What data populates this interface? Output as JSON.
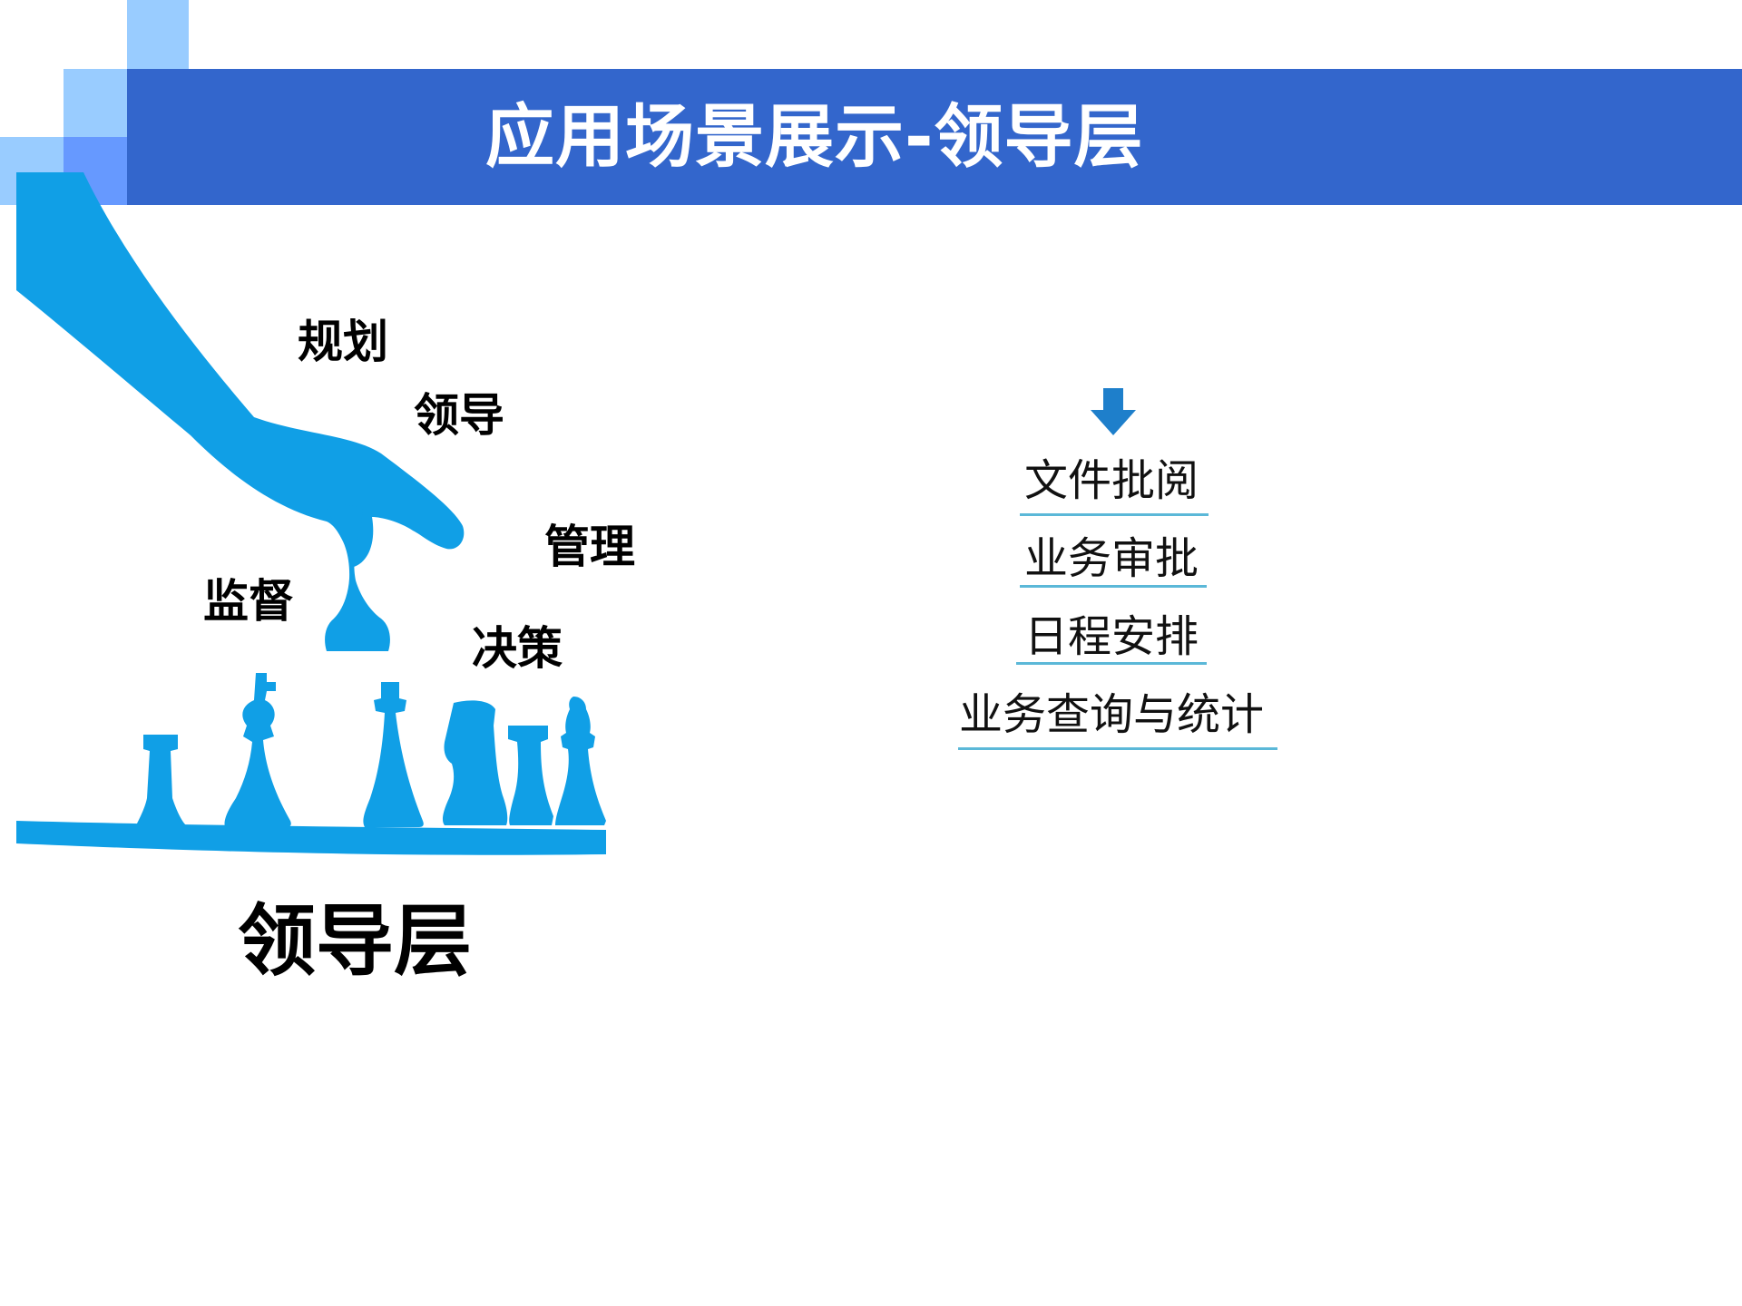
{
  "colors": {
    "title_bar": "#3366cc",
    "deco_light": "#99ccff",
    "deco_mid": "#6699ff",
    "silhouette": "#109fe6",
    "arrow": "#1e7fcb",
    "underline": "#5bb8d8"
  },
  "header": {
    "title": "应用场景展示-领导层"
  },
  "left_panel": {
    "keywords": {
      "planning": "规划",
      "leading": "领导",
      "managing": "管理",
      "supervising": "监督",
      "deciding": "决策"
    },
    "label": "领导层",
    "illustration_icon": "hand-moving-chess-piece-icon"
  },
  "right_panel": {
    "arrow_icon": "down-arrow-icon",
    "items": [
      "文件批阅",
      "业务审批",
      "日程安排",
      "业务查询与统计"
    ]
  }
}
